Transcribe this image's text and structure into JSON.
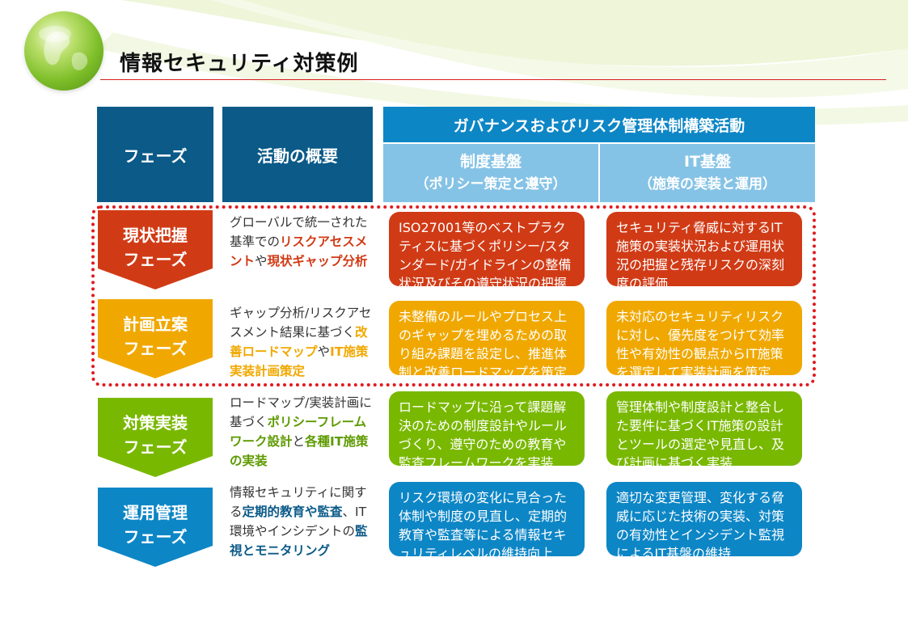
{
  "title": "情報セキュリティ対策例",
  "colors": {
    "red": "#d03b16",
    "orange": "#f0a800",
    "green": "#79b800",
    "blue": "#0d86c6",
    "header_dark": "#0b5a88",
    "header_light": "#85c3e6",
    "dotted_border": "#e0191e"
  },
  "headers": {
    "phase": "フェーズ",
    "summary": "活動の概要",
    "governance": "ガバナンスおよびリスク管理体制構築活動",
    "system_title": "制度基盤",
    "system_sub": "（ポリシー策定と遵守）",
    "it_title": "IT基盤",
    "it_sub": "（施策の実装と運用）"
  },
  "phases": [
    {
      "line1": "現状把握",
      "line2": "フェーズ",
      "summary": [
        {
          "t": "グローバルで統一された基準での"
        },
        {
          "t": "リスクアセスメント",
          "hl": true
        },
        {
          "t": "や"
        },
        {
          "t": "現状ギャップ分析",
          "hl": true
        }
      ],
      "system": "ISO27001等のベストプラクティスに基づくポリシー/スタンダード/ガイドラインの整備状況及びその遵守状況の把握",
      "it": "セキュリティ脅威に対するIT施策の実装状況および運用状況の把握と残存リスクの深刻度の評価"
    },
    {
      "line1": "計画立案",
      "line2": "フェーズ",
      "summary": [
        {
          "t": "ギャップ分析/リスクアセスメント結果に基づく"
        },
        {
          "t": "改善ロードマップ",
          "hl": true
        },
        {
          "t": "や"
        },
        {
          "t": "IT施策実装計画策定",
          "hl": true
        }
      ],
      "system": "未整備のルールやプロセス上のギャップを埋めるための取り組み課題を設定し、推進体制と改善ロードマップを策定",
      "it": "未対応のセキュリティリスクに対し、優先度をつけて効率性や有効性の観点からIT施策を選定して実装計画を策定"
    },
    {
      "line1": "対策実装",
      "line2": "フェーズ",
      "summary": [
        {
          "t": "ロードマップ/実装計画に基づく"
        },
        {
          "t": "ポリシーフレームワーク設計",
          "hl": true
        },
        {
          "t": "と"
        },
        {
          "t": "各種IT施策の実装",
          "hl": true
        }
      ],
      "system": "ロードマップに沿って課題解決のための制度設計やルールづくり、遵守のための教育や監査フレームワークを実装",
      "it": "管理体制や制度設計と整合した要件に基づくIT施策の設計とツールの選定や見直し、及び計画に基づく実装"
    },
    {
      "line1": "運用管理",
      "line2": "フェーズ",
      "summary": [
        {
          "t": "情報セキュリティに関する"
        },
        {
          "t": "定期的教育や監査",
          "hl": true
        },
        {
          "t": "、IT環境やインシデントの"
        },
        {
          "t": "監視とモニタリング",
          "hl": true
        }
      ],
      "system": "リスク環境の変化に見合った体制や制度の見直し、定期的教育や監査等による情報セキュリティレベルの維持向上",
      "it": "適切な変更管理、変化する脅威に応じた技術の実装、対策の有効性とインシデント監視によるIT基盤の維持"
    }
  ]
}
